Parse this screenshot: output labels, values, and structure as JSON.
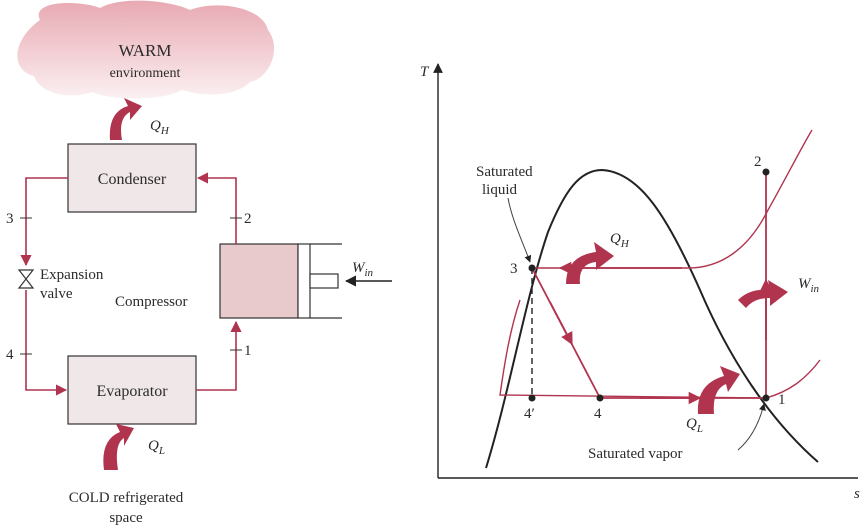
{
  "schematic": {
    "warm_title": "WARM",
    "warm_subtitle": "environment",
    "qh": "Q",
    "qh_sub": "H",
    "condenser": "Condenser",
    "evaporator": "Evaporator",
    "compressor": "Compressor",
    "expansion_line1": "Expansion",
    "expansion_line2": "valve",
    "win": "W",
    "win_sub": "in",
    "ql": "Q",
    "ql_sub": "L",
    "cold_line1": "COLD refrigerated",
    "cold_line2": "space",
    "state_1": "1",
    "state_2": "2",
    "state_3": "3",
    "state_4": "4"
  },
  "ts_diagram": {
    "y_axis": "T",
    "x_axis": "s",
    "sat_liquid_line1": "Saturated",
    "sat_liquid_line2": "liquid",
    "sat_vapor": "Saturated vapor",
    "qh": "Q",
    "qh_sub": "H",
    "ql": "Q",
    "ql_sub": "L",
    "win": "W",
    "win_sub": "in",
    "point_1": "1",
    "point_2": "2",
    "point_3": "3",
    "point_4": "4",
    "point_4prime": "4′"
  },
  "colors": {
    "cycle_red": "#b1344f",
    "box_fill": "#f0e7e8",
    "compressor_fill": "#e8c9cc",
    "cloud_fill": "#f1d2d6"
  }
}
